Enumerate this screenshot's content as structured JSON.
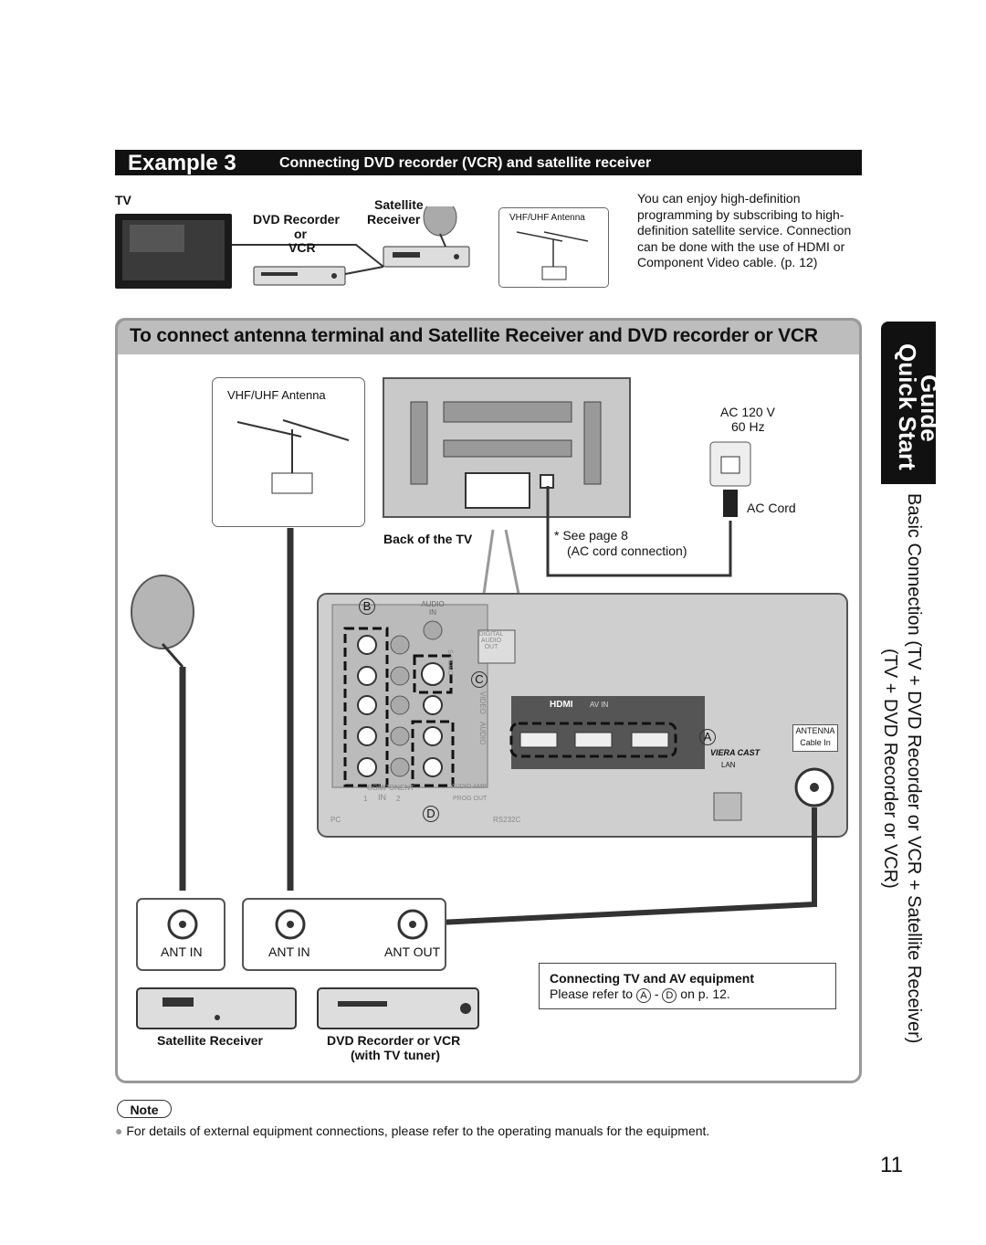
{
  "header": {
    "example_label": "Example 3",
    "subtitle": "Connecting DVD recorder (VCR) and satellite receiver"
  },
  "overview": {
    "tv_label": "TV",
    "dvd_label_line1": "DVD Recorder",
    "dvd_label_line2": "or",
    "dvd_label_line3": "VCR",
    "satellite_label_line1": "Satellite",
    "satellite_label_line2": "Receiver",
    "antenna_label": "VHF/UHF Antenna",
    "description": "You can enjoy high-definition programming by subscribing to high-definition satellite service. Connection can be done with the use of HDMI or Component Video cable. (p. 12)"
  },
  "main": {
    "title": "To connect antenna terminal and Satellite Receiver and DVD recorder or VCR",
    "antenna_label": "VHF/UHF Antenna",
    "ac_voltage": "AC 120 V",
    "ac_freq": "60 Hz",
    "ac_cord": "AC Cord",
    "back_of_tv": "Back of the TV",
    "see_page": "* See page 8",
    "see_page_sub": "(AC cord connection)",
    "marker_a": "A",
    "marker_b": "B",
    "marker_c": "C",
    "marker_d": "D",
    "panel": {
      "audio_in": "AUDIO IN",
      "digital_audio_out": "DIGITAL AUDIO OUT",
      "hdmi": "HDMI",
      "av_in": "AV IN",
      "viera_cast": "VIERA CAST",
      "lan": "LAN",
      "component": "COMPONENT",
      "in": "IN",
      "in_1": "1",
      "in_2": "2",
      "pc": "PC",
      "rs232c": "RS232C",
      "prog_out": "PROG OUT",
      "audio_amp": "AUDIO AMP",
      "antenna": "ANTENNA",
      "cable_in": "Cable  In",
      "video": "VIDEO",
      "audio": "AUDIO",
      "s_video": "S VIDEO"
    },
    "ant_in_1": "ANT IN",
    "ant_in_2": "ANT IN",
    "ant_out": "ANT OUT",
    "satellite_receiver": "Satellite Receiver",
    "dvd_recorder_line1": "DVD Recorder or VCR",
    "dvd_recorder_line2": "(with TV tuner)",
    "av_box_title": "Connecting TV and AV equipment",
    "av_box_prefix": "Please refer to",
    "av_box_from": "A",
    "av_box_dash": "-",
    "av_box_to": "D",
    "av_box_suffix": "on p. 12."
  },
  "side": {
    "quick": "Quick Start",
    "guide": "Guide",
    "basic": "Basic Connection (TV + DVD Recorder or VCR + Satellite Receiver)",
    "tvdvd": "(TV + DVD Recorder or VCR)"
  },
  "note": {
    "label": "Note",
    "text": "For details of external equipment connections, please refer to the operating manuals for the equipment."
  },
  "page_number": "11"
}
